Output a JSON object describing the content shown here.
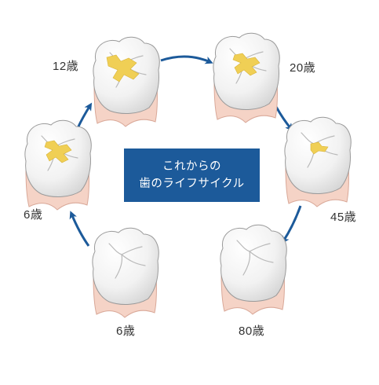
{
  "center_box": {
    "line1": "これからの",
    "line2": "歯のライフサイクル",
    "bg_color": "#1c5a9a"
  },
  "stages": [
    {
      "id": "top-left",
      "label": "12歳",
      "filling": "large"
    },
    {
      "id": "top-right",
      "label": "20歳",
      "filling": "medium"
    },
    {
      "id": "right",
      "label": "45歳",
      "filling": "small"
    },
    {
      "id": "bottom-right",
      "label": "80歳",
      "filling": "none"
    },
    {
      "id": "bottom-left",
      "label": "6歳",
      "filling": "none"
    },
    {
      "id": "left",
      "label": "6歳",
      "filling": "medium"
    }
  ],
  "colors": {
    "arrow": "#1c5a9a",
    "gum": "#f5d3c6",
    "gum_stroke": "#d9a898",
    "tooth": "#f4f4f4",
    "tooth_stroke": "#9a9a9a",
    "filling": "#f0cf55"
  }
}
